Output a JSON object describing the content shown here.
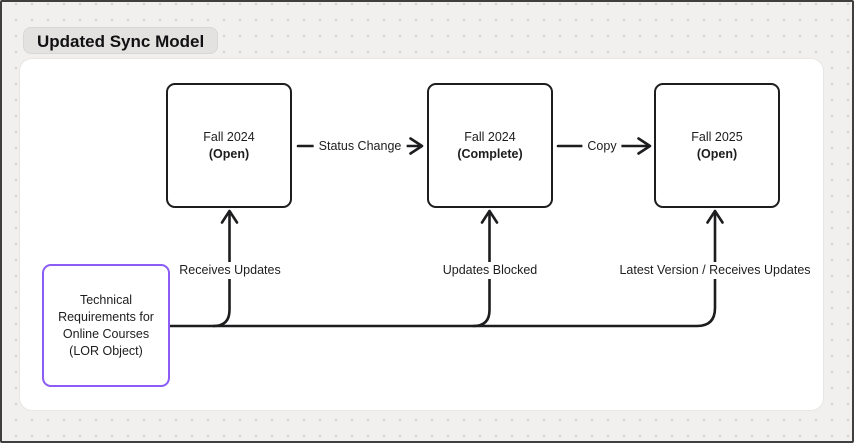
{
  "header": {
    "title": "Updated Sync Model"
  },
  "colors": {
    "page_background": "#f1f0ef",
    "dot_grid": "#d5d4d3",
    "canvas_background": "#ffffff",
    "badge_background": "#e3e2e1",
    "shape_border_dark": "#1d1d1f",
    "shape_border_purple": "#8b5cf6",
    "text": "#1d1d1f"
  },
  "diagram": {
    "boxes": [
      {
        "name": "Fall 2024",
        "status": "(Open)"
      },
      {
        "name": "Fall 2024",
        "status": "(Complete)"
      },
      {
        "name": "Fall 2025",
        "status": "(Open)"
      }
    ],
    "source": {
      "label": "Technical Requirements for Online Courses (LOR Object)"
    },
    "flow_labels": [
      {
        "label": "Status Change"
      },
      {
        "label": "Copy"
      }
    ],
    "branch_labels": [
      {
        "label": "Receives Updates"
      },
      {
        "label": "Updates Blocked"
      },
      {
        "label": "Latest Version / Receives Updates"
      }
    ]
  }
}
